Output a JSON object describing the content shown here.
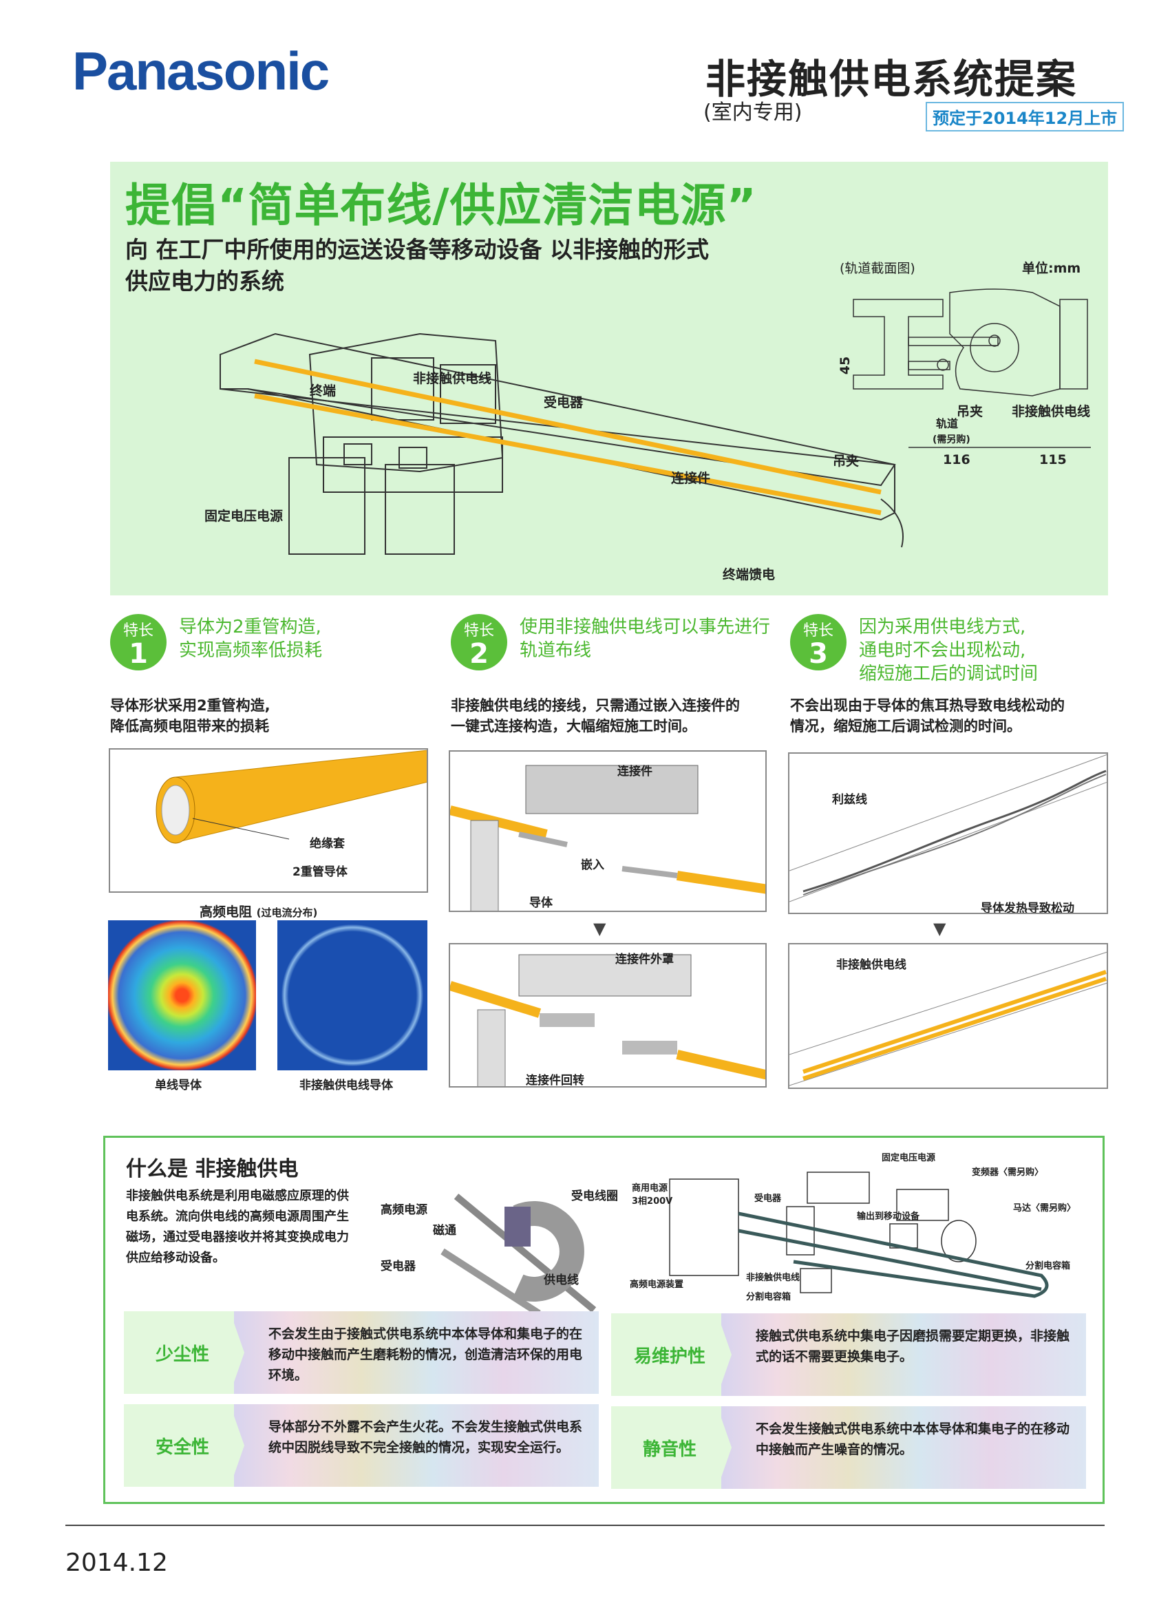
{
  "header": {
    "brand": "Panasonic",
    "title": "非接触供电系统提案",
    "subtitle": "(室内专用)",
    "launch_badge": "预定于2014年12月上市"
  },
  "hero": {
    "headline": "提倡“简单布线/供应清洁电源”",
    "lead_line1": "向 在工厂中所使用的运送设备等移动设备 以非接触的形式",
    "lead_line2": "供应电力的系统",
    "labels": {
      "terminal": "终端",
      "cable": "非接触供电线",
      "receiver": "受电器",
      "connector": "连接件",
      "psu": "固定电压电源",
      "hanger": "吊夹",
      "end_feed": "终端馈电"
    },
    "section": {
      "title": "(轨道截面图)",
      "unit": "单位:mm",
      "dim_45": "45",
      "dim_116": "116",
      "dim_115": "115",
      "hanger": "吊夹",
      "rail": "轨道",
      "rail_note": "(需另购)",
      "cable": "非接触供电线"
    }
  },
  "features": [
    {
      "tag": "特长",
      "num": "1",
      "title1": "导体为2重管构造,",
      "title2": "实现高频率低损耗",
      "body1": "导体形状采用2重管构造,",
      "body2": "降低高频电阻带来的损耗"
    },
    {
      "tag": "特长",
      "num": "2",
      "title1": "使用非接触供电线可以事先进行",
      "title2": "轨道布线",
      "body1": "非接触供电线的接线，只需通过嵌入连接件的",
      "body2": "一键式连接构造，大幅缩短施工时间。"
    },
    {
      "tag": "特长",
      "num": "3",
      "title1": "因为采用供电线方式,",
      "title2": "通电时不会出现松动,",
      "title3": "缩短施工后的调试时间",
      "body1": "不会出现由于导体的焦耳热导致电线松动的",
      "body2": "情况，缩短施工后调试检测的时间。"
    }
  ],
  "f1": {
    "insulation": "绝缘套",
    "conductor": "2重管导体",
    "hf_title": "高频电阻",
    "hf_note": "(过电流分布)",
    "cap_single": "单线导体",
    "cap_contactless": "非接触供电线导体"
  },
  "f2": {
    "connector": "连接件",
    "insert": "嵌入",
    "conductor": "导体",
    "cover": "连接件外罩",
    "rotate": "连接件回转"
  },
  "f3": {
    "litz": "利兹线",
    "loose": "导体发热导致松动",
    "cable": "非接触供电线"
  },
  "what": {
    "title": "什么是 非接触供电",
    "text": "非接触供电系统是利用电磁感应原理的供电系统。流向供电线的高频电源周围产生磁场，通过受电器接收并将其变换成电力供应给移动设备。",
    "d1": {
      "hf": "高频电源",
      "flux": "磁通",
      "coil": "受电线圈",
      "receiver": "受电器",
      "line": "供电线"
    },
    "d2": {
      "mains1": "商用电源",
      "mains2": "3相200V",
      "hf_unit": "高频电源装置",
      "receiver": "受电器",
      "cable": "非接触供电线",
      "cap1": "分割电容箱",
      "psu": "固定电压电源",
      "output": "输出到移动设备",
      "inverter": "变频器〈需另购〉",
      "motor": "马达〈需另购〉",
      "cap2": "分割电容箱"
    }
  },
  "benefits": [
    {
      "name": "少尘性",
      "text": "不会发生由于接触式供电系统中本体导体和集电子的在移动中接触而产生磨耗粉的情况，创造清洁环保的用电环境。"
    },
    {
      "name": "易维护性",
      "text": "接触式供电系统中集电子因磨损需要定期更换，非接触式的话不需要更换集电子。"
    },
    {
      "name": "安全性",
      "text": "导体部分不外露不会产生火花。不会发生接触式供电系统中因脱线导致不完全接触的情况，实现安全运行。"
    },
    {
      "name": "静音性",
      "text": "不会发生接触式供电系统中本体导体和集电子的在移动中接触而产生噪音的情况。"
    }
  ],
  "footer": {
    "date": "2014.12"
  },
  "colors": {
    "brand": "#1a4fa0",
    "green": "#3cb536",
    "hero_bg": "#d9f5d6",
    "cable": "#f5b21b"
  }
}
